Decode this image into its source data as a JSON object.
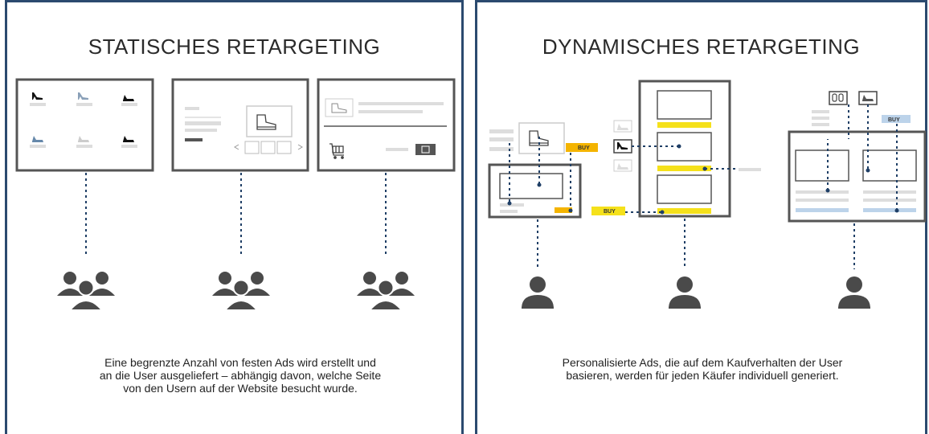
{
  "left": {
    "title": "STATISCHES RETARGETING",
    "description_lines": [
      "Eine begrenzte Anzahl von festen Ads wird erstellt und",
      "an die User ausgeliefert – abhängig davon, welche Seite",
      "von den Usern auf der Website besucht wurde."
    ],
    "icons": [
      "high-heel-icon",
      "shoe-icon",
      "sneaker-icon",
      "shoe-icon",
      "shoe-icon",
      "sneaker-icon",
      "boot-icon",
      "cart-icon",
      "user-group-icon"
    ]
  },
  "right": {
    "title": "DYNAMISCHES RETARGETING",
    "description_lines": [
      "Personalisierte Ads, die auf dem Kaufverhalten der User",
      "basieren, werden für jeden Käufer individuell generiert."
    ],
    "buy_labels": [
      "BUY",
      "BUY",
      "BUY"
    ],
    "icons": [
      "boot-icon",
      "high-heel-icon",
      "shoe-icon",
      "sandals-icon",
      "user-icon"
    ]
  },
  "colors": {
    "border": "#2b4a6f",
    "frame": "#555555",
    "dash": "#1f3f66",
    "people": "#4a4a4a",
    "yellow": "#f5e11b",
    "orange": "#f4b400",
    "light_blue": "#bcd3ea"
  }
}
